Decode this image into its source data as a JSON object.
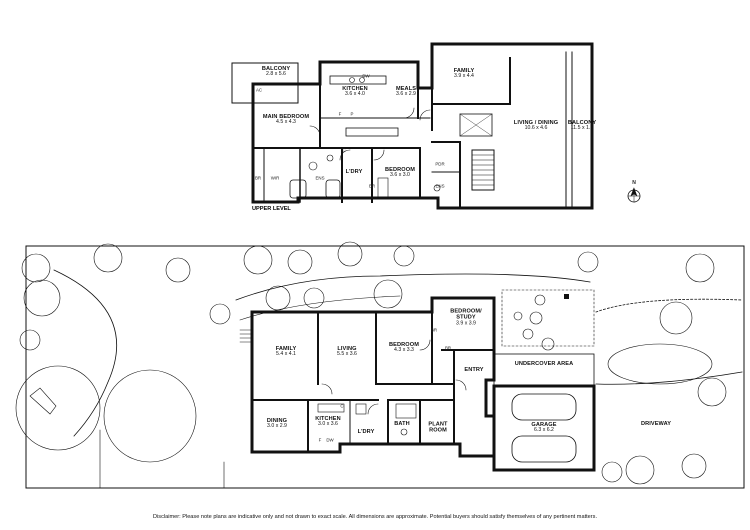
{
  "level_label": "UPPER LEVEL",
  "disclaimer": "Disclaimer: Please note plans are indicative only and not drawn to exact scale. All dimensions are approximate. Potential buyers should satisfy themselves of any pertinent matters.",
  "compass": {
    "letter": "N"
  },
  "upper": {
    "balcony_left": {
      "name": "BALCONY",
      "dim": "2.8 x 5.6"
    },
    "main_bedroom": {
      "name": "MAIN BEDROOM",
      "dim": "4.5 x 4.3"
    },
    "kitchen": {
      "name": "KITCHEN",
      "dim": "3.6 x 4.0"
    },
    "meals": {
      "name": "MEALS",
      "dim": "3.6 x 2.9"
    },
    "family": {
      "name": "FAMILY",
      "dim": "3.9 x 4.4"
    },
    "living_dining": {
      "name": "LIVING / DINING",
      "dim": "10.6 x 4.6"
    },
    "balcony_right": {
      "name": "BALCONY",
      "dim": "11.5 x 1.7"
    },
    "bedroom": {
      "name": "BEDROOM",
      "dim": "3.6 x 3.0"
    },
    "laundry": {
      "name": "L'DRY"
    },
    "wir": "WIR",
    "ens": "ENS",
    "pdr": "PDR",
    "ens2": "ENS",
    "br": "BR",
    "br2": "BR",
    "c": "C",
    "dw": "DW",
    "f": "F",
    "p": "P",
    "ac": "AC"
  },
  "lower": {
    "family": {
      "name": "FAMILY",
      "dim": "5.4 x 4.1"
    },
    "living": {
      "name": "LIVING",
      "dim": "5.5 x 3.6"
    },
    "bedroom": {
      "name": "BEDROOM",
      "dim": "4.3 x 3.3"
    },
    "study_l1": "BEDROOM/",
    "study_l2": "STUDY",
    "study_dim": "3.9 x 3.9",
    "dining": {
      "name": "DINING",
      "dim": "3.0 x 2.9"
    },
    "kitchen": {
      "name": "KITCHEN",
      "dim": "3.0 x 3.6"
    },
    "laundry": {
      "name": "L'DRY"
    },
    "bath": {
      "name": "BATH"
    },
    "plant_l1": "PLANT",
    "plant_l2": "ROOM",
    "entry": {
      "name": "ENTRY"
    },
    "undercover": {
      "name": "UNDERCOVER AREA"
    },
    "garage": {
      "name": "GARAGE",
      "dim": "6.3 x 6.2"
    },
    "driveway": {
      "name": "DRIVEWAY"
    },
    "br": "BR",
    "br2": "BR",
    "c": "C",
    "dw": "DW",
    "f": "F"
  }
}
